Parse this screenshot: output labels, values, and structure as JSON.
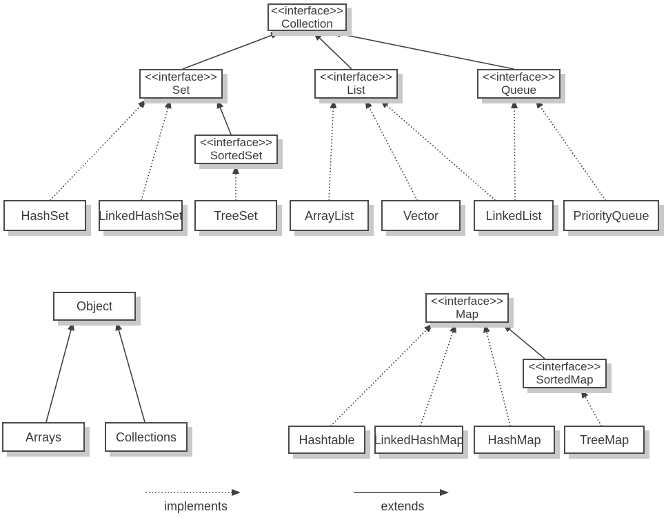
{
  "nodes": {
    "collection": {
      "stereotype": "<<interface>>",
      "name": "Collection"
    },
    "set": {
      "stereotype": "<<interface>>",
      "name": "Set"
    },
    "list": {
      "stereotype": "<<interface>>",
      "name": "List"
    },
    "queue": {
      "stereotype": "<<interface>>",
      "name": "Queue"
    },
    "sortedset": {
      "stereotype": "<<interface>>",
      "name": "SortedSet"
    },
    "map": {
      "stereotype": "<<interface>>",
      "name": "Map"
    },
    "sortedmap": {
      "stereotype": "<<interface>>",
      "name": "SortedMap"
    },
    "hashset": {
      "name": "HashSet"
    },
    "linkedhashset": {
      "name": "LinkedHashSet"
    },
    "treeset": {
      "name": "TreeSet"
    },
    "arraylist": {
      "name": "ArrayList"
    },
    "vector": {
      "name": "Vector"
    },
    "linkedlist": {
      "name": "LinkedList"
    },
    "priorityqueue": {
      "name": "PriorityQueue"
    },
    "object": {
      "name": "Object"
    },
    "arrays": {
      "name": "Arrays"
    },
    "collections": {
      "name": "Collections"
    },
    "hashtable": {
      "name": "Hashtable"
    },
    "linkedhashmap": {
      "name": "LinkedHashMap"
    },
    "hashmap": {
      "name": "HashMap"
    },
    "treemap": {
      "name": "TreeMap"
    }
  },
  "edges": [
    {
      "from": "Set",
      "to": "Collection",
      "type": "extends"
    },
    {
      "from": "List",
      "to": "Collection",
      "type": "extends"
    },
    {
      "from": "Queue",
      "to": "Collection",
      "type": "extends"
    },
    {
      "from": "SortedSet",
      "to": "Set",
      "type": "extends"
    },
    {
      "from": "HashSet",
      "to": "Set",
      "type": "implements"
    },
    {
      "from": "LinkedHashSet",
      "to": "Set",
      "type": "implements"
    },
    {
      "from": "TreeSet",
      "to": "SortedSet",
      "type": "implements"
    },
    {
      "from": "ArrayList",
      "to": "List",
      "type": "implements"
    },
    {
      "from": "Vector",
      "to": "List",
      "type": "implements"
    },
    {
      "from": "LinkedList",
      "to": "List",
      "type": "implements"
    },
    {
      "from": "LinkedList",
      "to": "Queue",
      "type": "implements"
    },
    {
      "from": "PriorityQueue",
      "to": "Queue",
      "type": "implements"
    },
    {
      "from": "Arrays",
      "to": "Object",
      "type": "extends"
    },
    {
      "from": "Collections",
      "to": "Object",
      "type": "extends"
    },
    {
      "from": "Hashtable",
      "to": "Map",
      "type": "implements"
    },
    {
      "from": "LinkedHashMap",
      "to": "Map",
      "type": "implements"
    },
    {
      "from": "HashMap",
      "to": "Map",
      "type": "implements"
    },
    {
      "from": "SortedMap",
      "to": "Map",
      "type": "extends"
    },
    {
      "from": "TreeMap",
      "to": "SortedMap",
      "type": "implements"
    }
  ],
  "legend": {
    "implements_label": "implements",
    "extends_label": "extends"
  },
  "colors": {
    "line": "#414141",
    "border": "#4a4a4a",
    "text": "#3a3a3a",
    "shadow": "#c9c9c9",
    "box_fill": "#ffffff",
    "background": "#ffffff"
  }
}
